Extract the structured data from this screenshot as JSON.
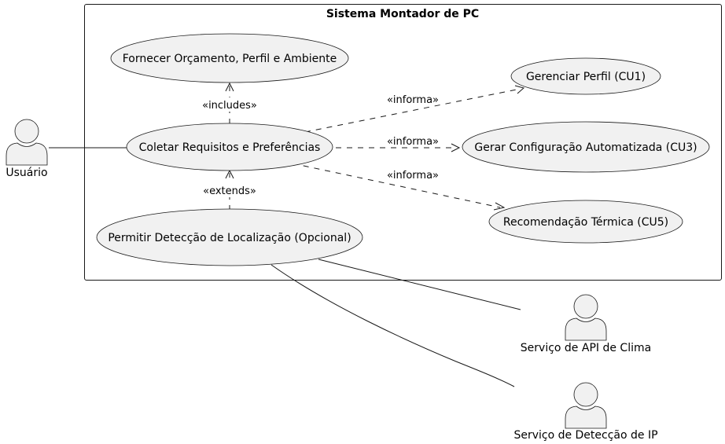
{
  "system": {
    "title": "Sistema Montador de PC"
  },
  "actors": {
    "user": "Usuário",
    "weather_api": "Serviço de API de Clima",
    "ip_detection": "Serviço de Detecção de IP"
  },
  "use_cases": {
    "budget": "Fornecer Orçamento, Perfil e Ambiente",
    "collect": "Coletar Requisitos e Preferências",
    "location": "Permitir Detecção de Localização (Opcional)",
    "profile": "Gerenciar Perfil (CU1)",
    "config": "Gerar Configuração Automatizada (CU3)",
    "thermal": "Recomendação Térmica (CU5)"
  },
  "relations": {
    "includes": "«includes»",
    "extends": "«extends»",
    "informa_profile": "«informa»",
    "informa_config": "«informa»",
    "informa_thermal": "«informa»"
  },
  "colors": {
    "fill": "#f1f1f1",
    "stroke": "#181818",
    "background": "#ffffff"
  }
}
